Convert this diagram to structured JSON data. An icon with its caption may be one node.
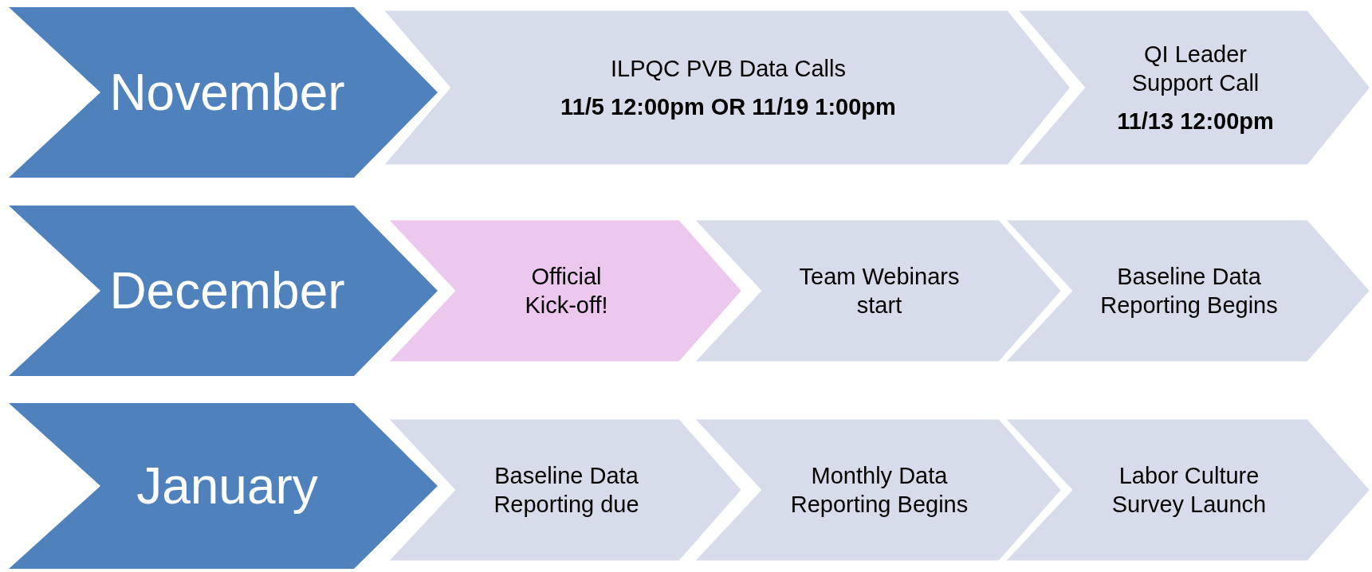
{
  "diagram": {
    "nodes": [
      {
        "text": [
          "November"
        ]
      },
      {
        "text": [
          "ILPQC PVB Data Calls",
          "11/5 12:00pm OR 11/19 1:00pm"
        ]
      },
      {
        "text": [
          "QI Leader Support Call",
          "11/13 12:00pm"
        ]
      },
      {
        "text": [
          "December"
        ]
      },
      {
        "text": [
          "Official Kick-off!"
        ]
      },
      {
        "text": [
          "Team Webinars start"
        ]
      },
      {
        "text": [
          "Baseline Data Reporting Begins"
        ]
      },
      {
        "text": [
          "January"
        ]
      },
      {
        "text": [
          "Baseline Data Reporting due"
        ]
      },
      {
        "text": [
          "Monthly Data Reporting Begins"
        ]
      },
      {
        "text": [
          "Labor Culture Survey Launch"
        ]
      }
    ]
  }
}
